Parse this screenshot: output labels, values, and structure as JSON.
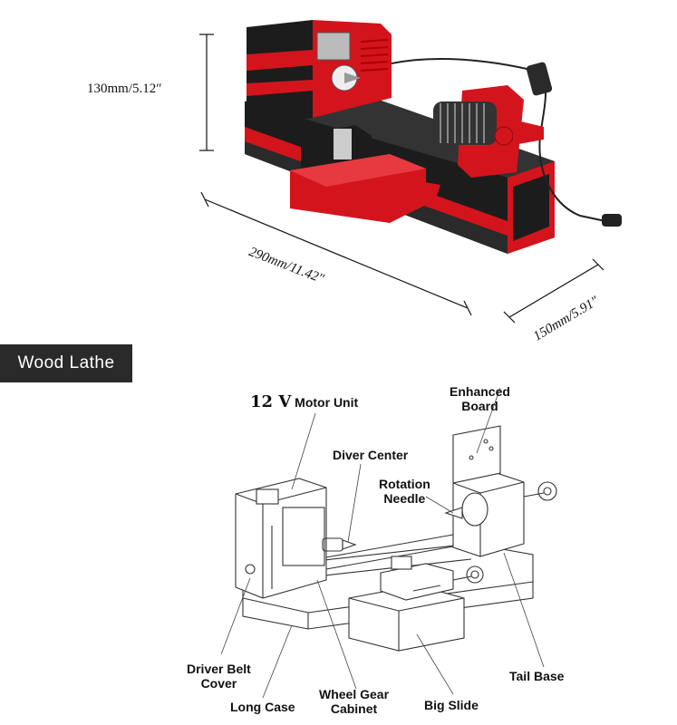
{
  "photo": {
    "dimension_height": "130mm/5.12″",
    "dimension_length": "290mm/11.42″",
    "dimension_depth": "150mm/5.91″"
  },
  "section_title": "Wood Lathe",
  "diagram": {
    "motor_unit_voltage": "12 V",
    "motor_unit_label": "Motor Unit",
    "enhanced_board_line1": "Enhanced",
    "enhanced_board_line2": "Board",
    "diver_center": "Diver Center",
    "rotation_needle_line1": "Rotation",
    "rotation_needle_line2": "Needle",
    "driver_belt_cover_line1": "Driver Belt",
    "driver_belt_cover_line2": "Cover",
    "long_case": "Long Case",
    "wheel_gear_cabinet_line1": "Wheel Gear",
    "wheel_gear_cabinet_line2": "Cabinet",
    "big_slide": "Big Slide",
    "tail_base": "Tail Base"
  },
  "colors": {
    "machine_red": "#d4141c",
    "machine_black": "#1c1c1c",
    "label_bar": "#2a2a2a"
  }
}
